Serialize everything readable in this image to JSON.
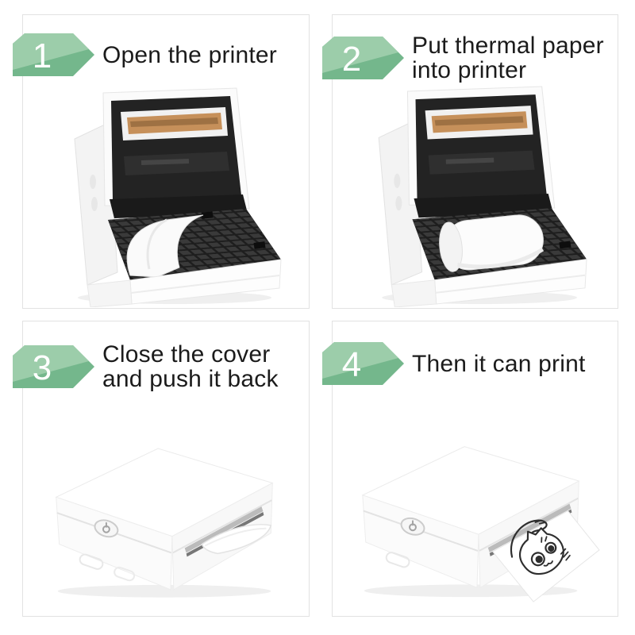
{
  "page": {
    "background": "#ffffff",
    "panel_border": "#e2e2e2"
  },
  "colors": {
    "step_badge_green": "#74b78c",
    "step_badge_green_light": "#9ccdaa",
    "step_number_text": "#ffffff",
    "label_text": "#1b1b1b",
    "printhead_copper": "#c6905a",
    "printer_interior_dark": "#232323",
    "paper_slot_silver": "#bbbbbb"
  },
  "icons": {
    "step_badge": "green-arrow-ribbon",
    "power_button": "power-icon",
    "printed_image": "cat-doodle"
  },
  "steps": [
    {
      "number": "1",
      "label_line1": "Open the printer",
      "label_line2": "",
      "illustration": "printer-open-empty"
    },
    {
      "number": "2",
      "label_line1": "Put thermal paper",
      "label_line2": "into printer",
      "illustration": "printer-open-with-paper-roll"
    },
    {
      "number": "3",
      "label_line1": "Close the cover",
      "label_line2": "and push it back",
      "illustration": "printer-closed-paper-flap"
    },
    {
      "number": "4",
      "label_line1": "Then it can print",
      "label_line2": "",
      "illustration": "printer-closed-printing-cat"
    }
  ]
}
